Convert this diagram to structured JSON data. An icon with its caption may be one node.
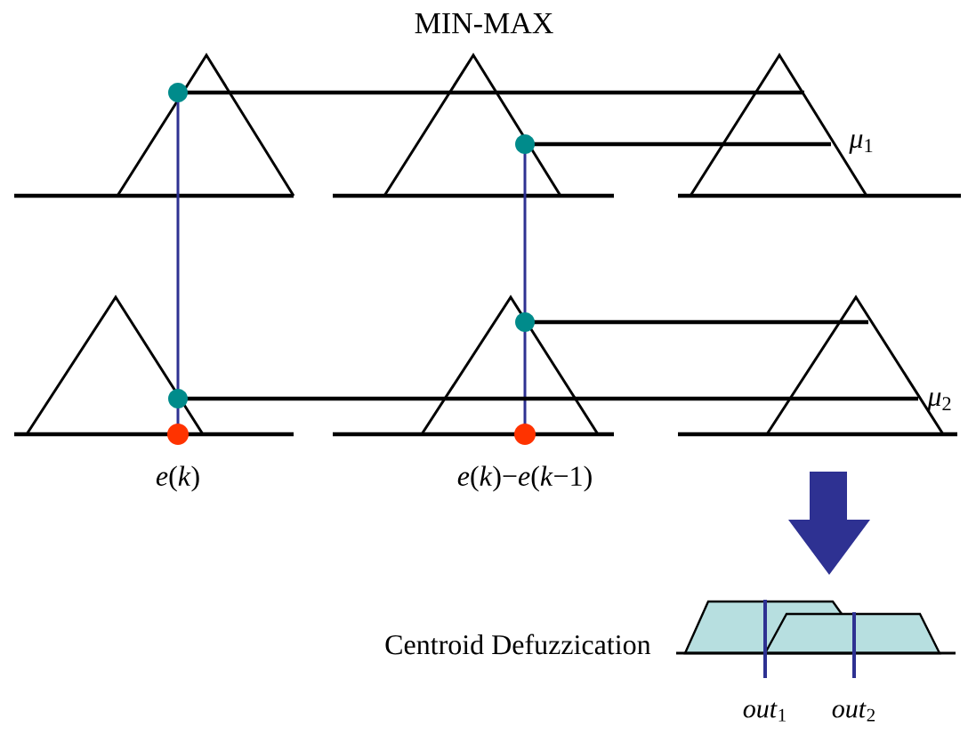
{
  "diagram": {
    "title": "MIN-MAX",
    "labels": [
      "*μ*$_{1}$",
      "*μ*$_{2}$",
      "*e*(*k*)",
      "*e*(*k*)−*e*(*k*−1)",
      "Centroid Defuzzication",
      "*out*$_{1}$",
      "*out*$_{2}$"
    ]
  }
}
